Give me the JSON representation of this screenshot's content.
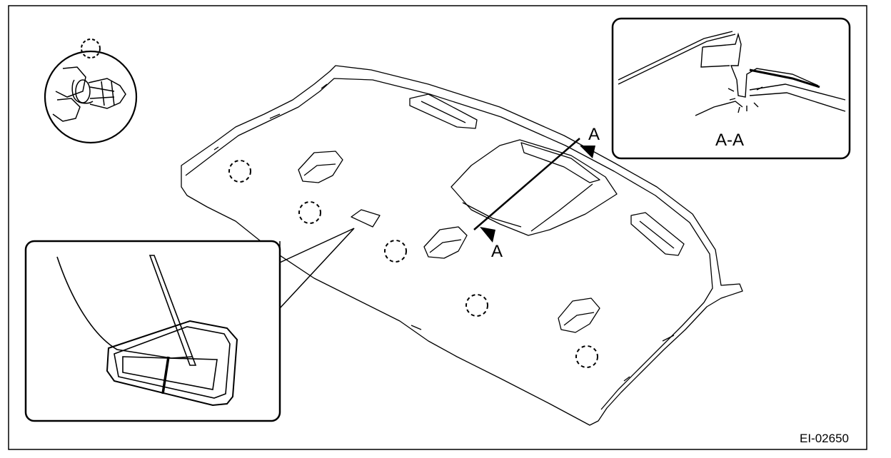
{
  "labels": {
    "section_mark_top": "A",
    "section_mark_bottom": "A",
    "section_view_caption": "A-A",
    "figure_id": "EI-02650"
  },
  "colors": {
    "line": "#000000",
    "background": "#ffffff"
  }
}
